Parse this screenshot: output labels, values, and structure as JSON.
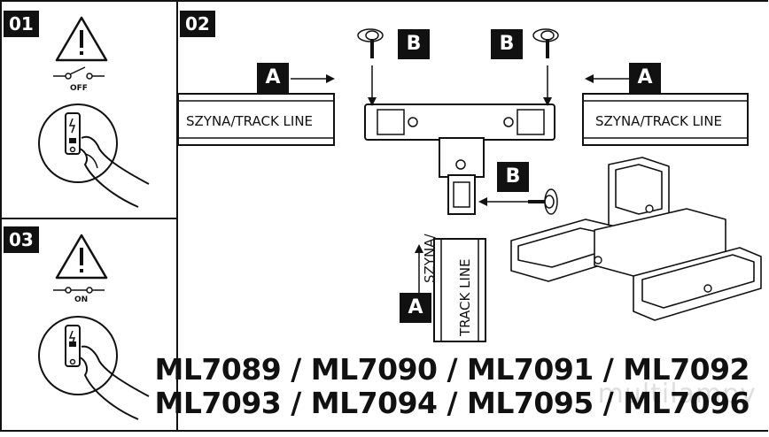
{
  "steps": {
    "s1": {
      "number": "01",
      "switch_state": "OFF"
    },
    "s2": {
      "number": "02"
    },
    "s3": {
      "number": "03",
      "switch_state": "ON"
    }
  },
  "labels": {
    "a": "A",
    "b": "B"
  },
  "track_text": "SZYNA/TRACK LINE",
  "track_text_vertical_1": "SZYNA/",
  "track_text_vertical_2": "TRACK LINE",
  "models": {
    "line1": "ML7089 / ML7090 / ML7091 / ML7092",
    "line2": "ML7093 / ML7094 / ML7095 / ML7096"
  },
  "watermark": "multilampy"
}
